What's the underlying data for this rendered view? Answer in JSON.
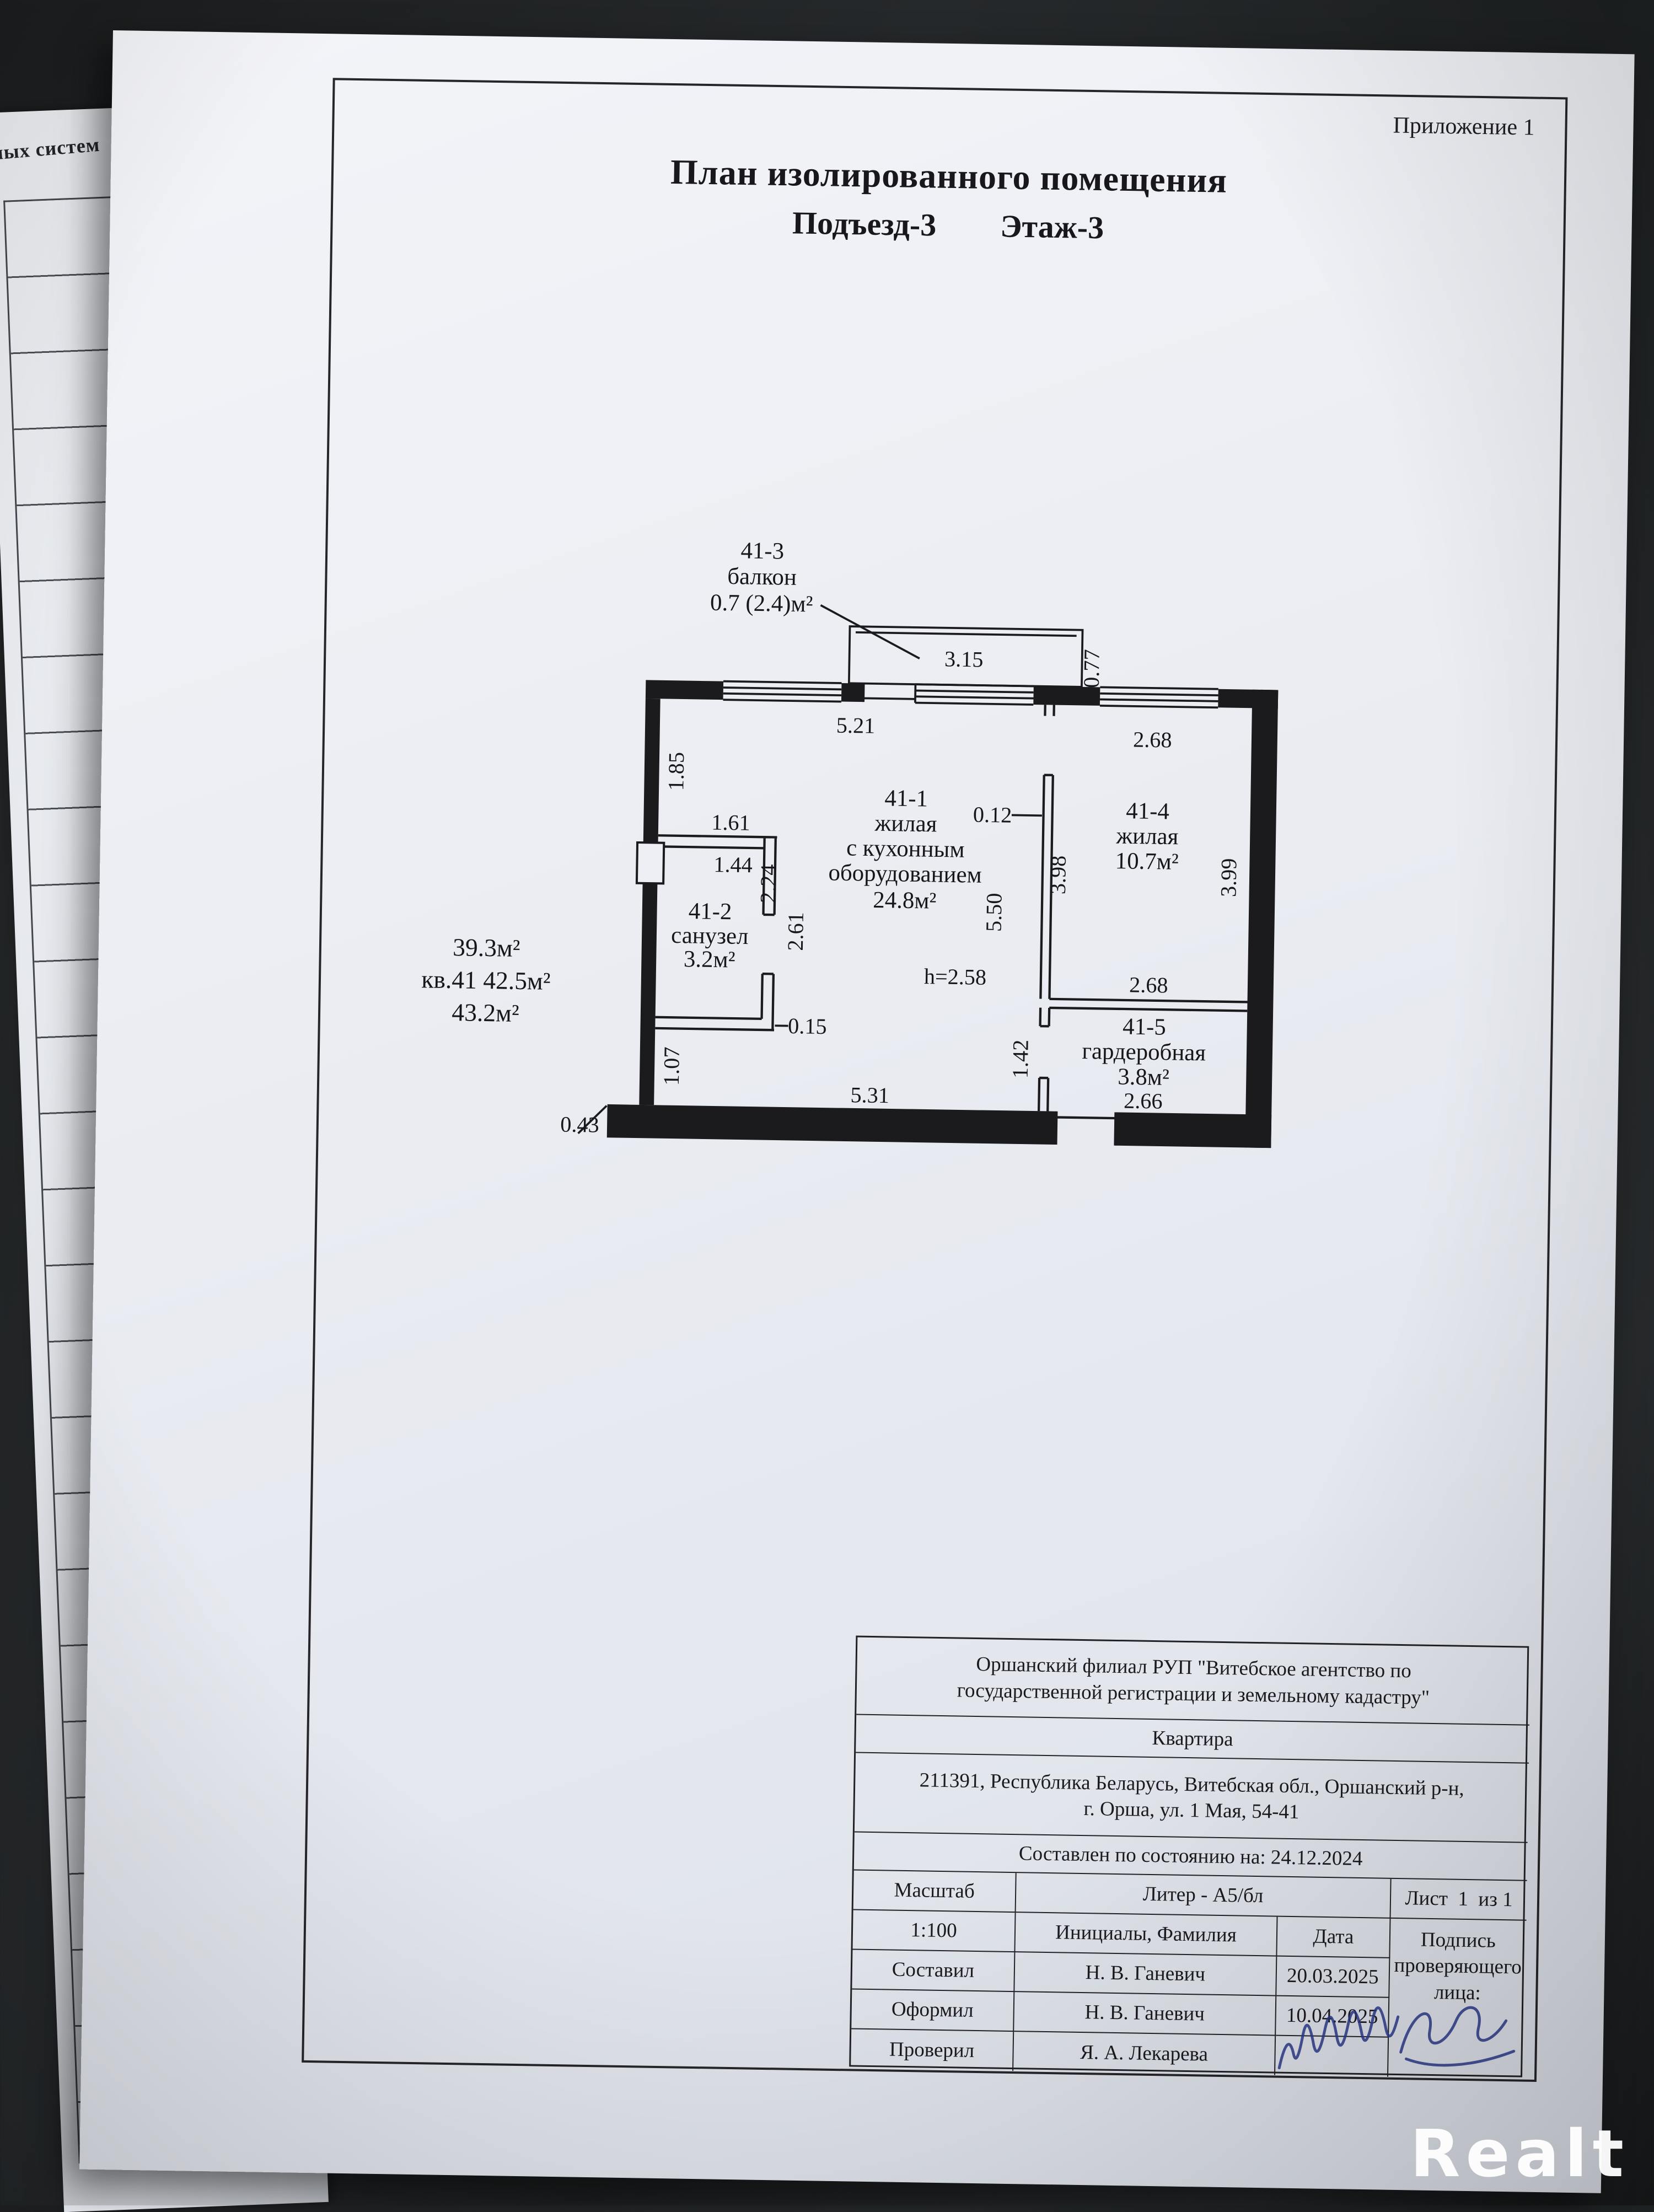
{
  "page": {
    "annex": "Приложение 1",
    "title": "План изолированного помещения",
    "subtitle": "Подъезд-3        Этаж-3"
  },
  "side_page": {
    "header_fragment": "ных систем"
  },
  "plan": {
    "summary": {
      "line1": "39.3м²",
      "line2": "кв.41 42.5м²",
      "line3": "43.2м²"
    },
    "height_note": "h=2.58",
    "rooms": {
      "r41_1": {
        "id": "41-1",
        "name1": "жилая",
        "name2": "с кухонным",
        "name3": "оборудованием",
        "area": "24.8м²"
      },
      "r41_2": {
        "id": "41-2",
        "name1": "санузел",
        "area": "3.2м²"
      },
      "r41_3": {
        "id": "41-3",
        "name1": "балкон",
        "area": "0.7 (2.4)м²"
      },
      "r41_4": {
        "id": "41-4",
        "name1": "жилая",
        "area": "10.7м²"
      },
      "r41_5": {
        "id": "41-5",
        "name1": "гардеробная",
        "area": "3.8м²"
      }
    },
    "dims": {
      "balcony_len": "3.15",
      "balcony_depth": "0.77",
      "top_41_1": "5.21",
      "top_41_4": "2.68",
      "left_upper": "1.85",
      "bath_top": "1.61",
      "bath_width": "1.44",
      "bath_height": "2.24",
      "bath_wall": "2.61",
      "bath_wall_thk": "0.15",
      "partition_thk": "0.12",
      "r41_4_left": "3.98",
      "r41_4_right": "3.99",
      "r41_1_height": "5.50",
      "mid_41_5_top": "2.68",
      "r41_5_height": "1.42",
      "r41_5_bottom": "2.66",
      "left_lower": "1.07",
      "bottom_41_1": "5.31",
      "bottom_jog": "0.43"
    }
  },
  "titleblock": {
    "org_line1": "Оршанский филиал РУП \"Витебское агентство по",
    "org_line2": "государственной регистрации и земельному кадастру\"",
    "object_type": "Квартира",
    "address_line1": "211391, Республика Беларусь, Витебская обл., Оршанский р-н,",
    "address_line2": "г. Орша, ул. 1 Мая, 54-41",
    "date_note": "Составлен по состоянию на: 24.12.2024",
    "scale_label": "Масштаб",
    "liter": "Литер - А5/бл",
    "sheet": "Лист  1  из 1",
    "scale_value": "1:100",
    "name_header": "Инициалы, Фамилия",
    "date_header": "Дата",
    "sign_label1": "Подпись",
    "sign_label2": "проверяющего",
    "sign_label3": "лица:",
    "rows": [
      {
        "role": "Составил",
        "name": "Н. В. Ганевич",
        "date": "20.03.2025"
      },
      {
        "role": "Оформил",
        "name": "Н. В. Ганевич",
        "date": "10.04.2025"
      },
      {
        "role": "Проверил",
        "name": "Я. А. Лекарева",
        "date": ""
      }
    ]
  },
  "watermark": "Realt"
}
